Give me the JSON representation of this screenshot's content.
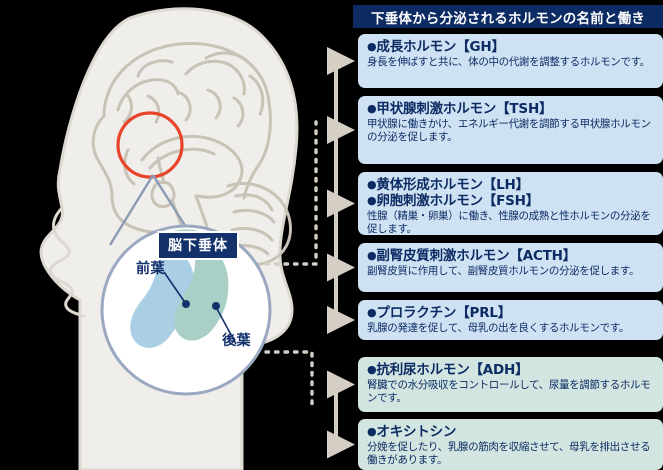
{
  "panel": {
    "header": "下垂体から分泌されるホルモンの名前と働き",
    "cards": [
      {
        "titles": [
          "成長ホルモン【GH】"
        ],
        "desc": "身長を伸ばすと共に、体の中の代謝を調整するホルモンです。",
        "tone": "blue",
        "name": "card-growth-hormone"
      },
      {
        "titles": [
          "甲状腺刺激ホルモン【TSH】"
        ],
        "desc": "甲状腺に働きかけ、エネルギー代謝を調節する甲状腺ホルモンの分泌を促します。",
        "tone": "blue",
        "name": "card-tsh"
      },
      {
        "titles": [
          "黄体形成ホルモン【LH】",
          "卵胞刺激ホルモン【FSH】"
        ],
        "desc": "性腺（精巣・卵巣）に働き、性腺の成熟と性ホルモンの分泌を促します。",
        "tone": "blue",
        "name": "card-lh-fsh"
      },
      {
        "titles": [
          "副腎皮質刺激ホルモン【ACTH】"
        ],
        "desc": "副腎皮質に作用して、副腎皮質ホルモンの分泌を促します。",
        "tone": "blue",
        "name": "card-acth"
      },
      {
        "titles": [
          "プロラクチン【PRL】"
        ],
        "desc": "乳腺の発達を促して、母乳の出を良くするホルモンです。",
        "tone": "blue",
        "name": "card-prolactin"
      },
      {
        "titles": [
          "抗利尿ホルモン【ADH】"
        ],
        "desc": "腎臓での水分吸収をコントロールして、尿量を調節するホルモンです。",
        "tone": "teal",
        "name": "card-adh"
      },
      {
        "titles": [
          "オキシトシン"
        ],
        "desc": "分娩を促したり、乳腺の筋肉を収縮させて、母乳を排出させる働きがあります。",
        "tone": "teal",
        "name": "card-oxytocin"
      }
    ]
  },
  "illustration": {
    "magnifier_label": "脳下垂体",
    "anterior_label": "前葉",
    "posterior_label": "後葉"
  },
  "colors": {
    "header_navy": "#0d2b63",
    "card_blue": "#cfe2f3",
    "card_teal": "#d2e5e0",
    "anterior_lobe": "#aacfe5",
    "posterior_lobe": "#a9cfc6",
    "connector": "#d5cec4",
    "highlight_circle": "#e8442a",
    "head_fill": "#efeeea",
    "brain_outline": "#c9c2b6"
  }
}
